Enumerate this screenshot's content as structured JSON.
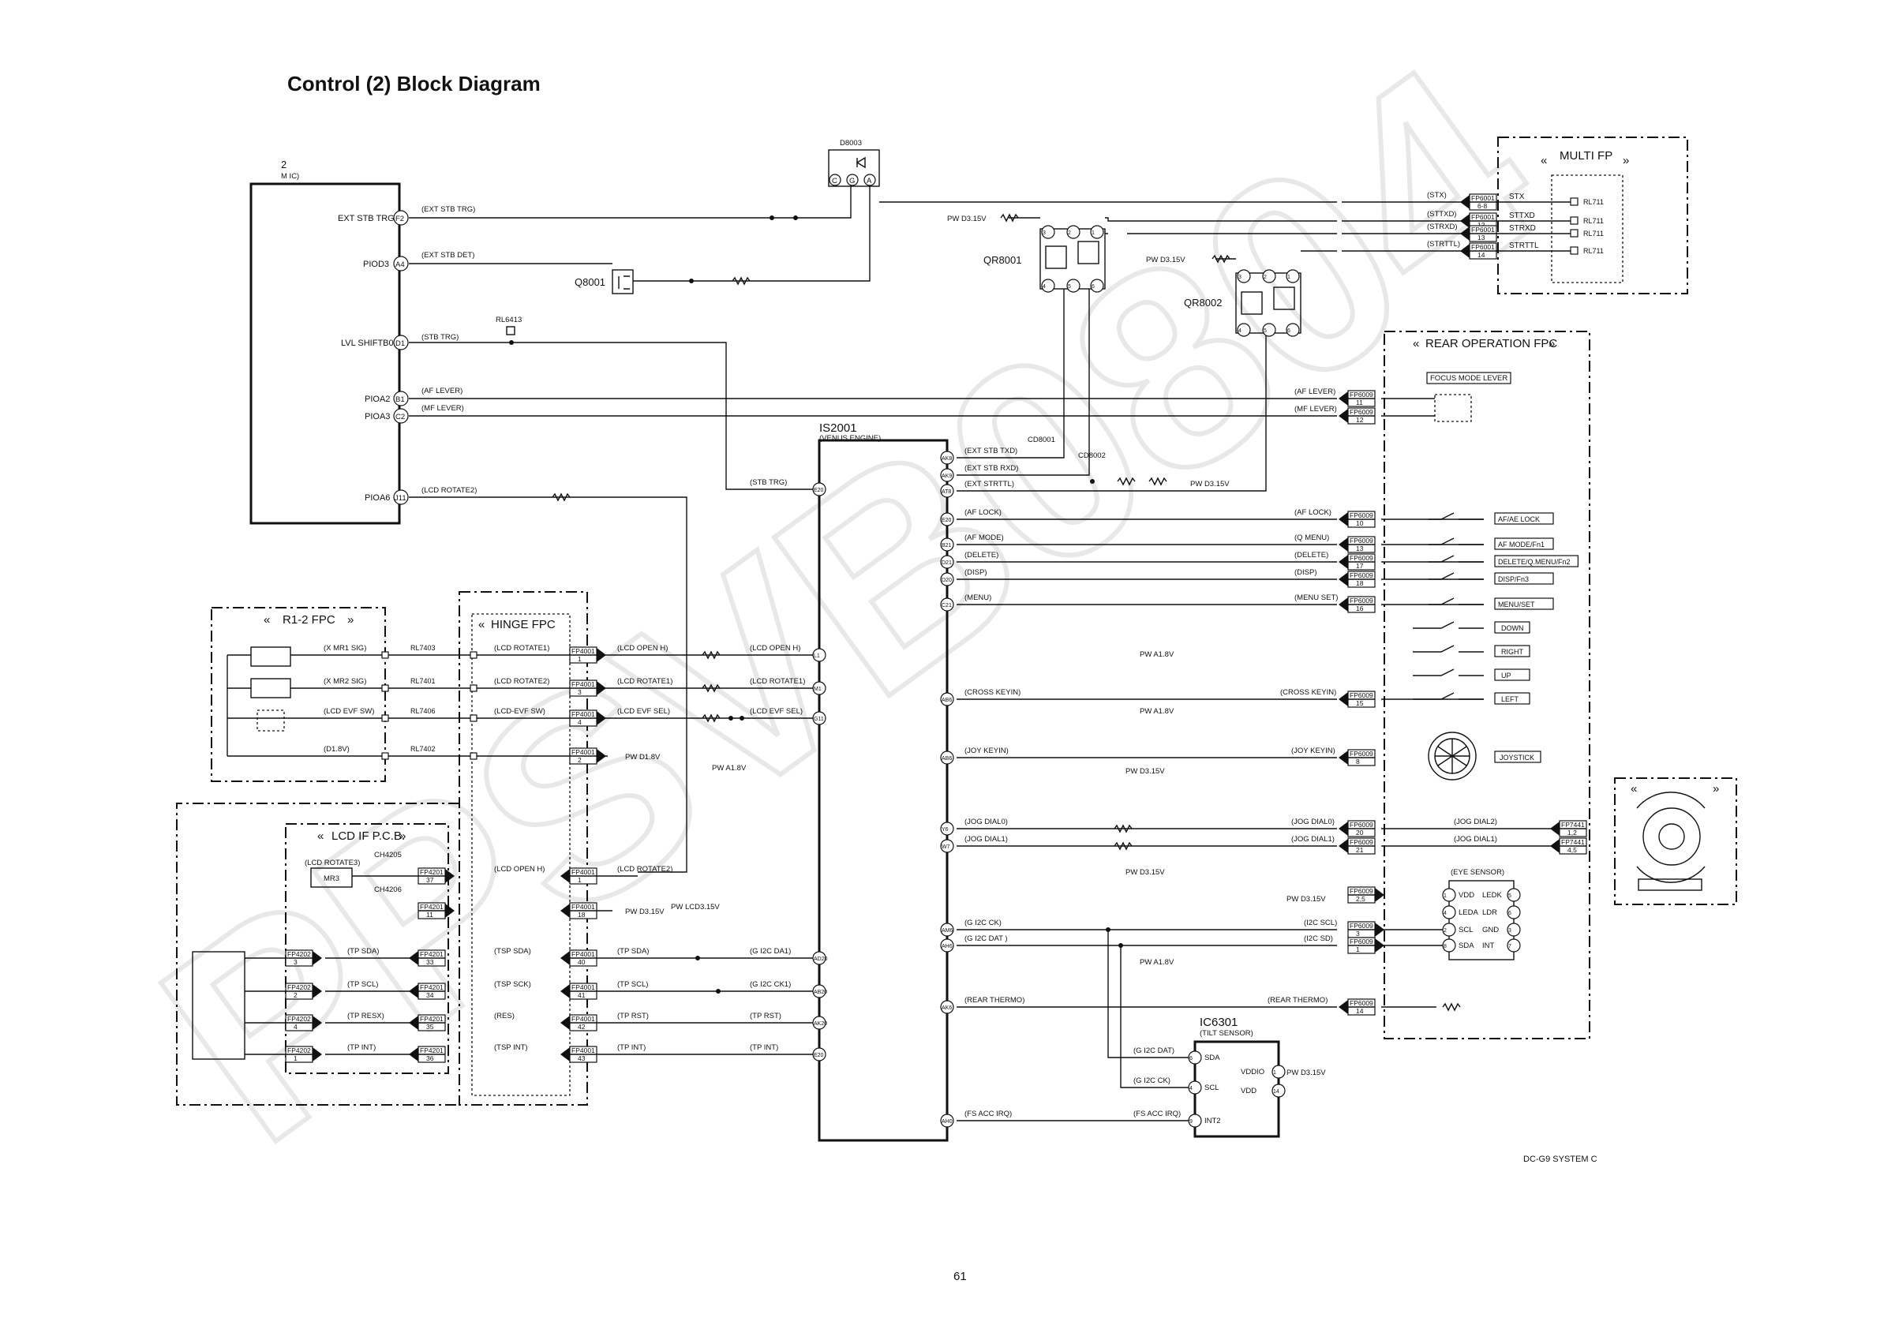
{
  "title": "Control (2) Block Diagram",
  "page_number": "61",
  "footer_code": "DC-G9  SYSTEM C",
  "watermark": "PPSVB0804",
  "mic": {
    "number": "2",
    "name": "M IC)",
    "pins": [
      {
        "pin": "F2",
        "name": "EXT STB TRG",
        "signal": "(EXT STB TRG)"
      },
      {
        "pin": "A4",
        "name": "PIOD3",
        "signal": "(EXT STB DET)"
      },
      {
        "pin": "D1",
        "name": "LVL SHIFTB0",
        "signal": "(STB TRG)"
      },
      {
        "pin": "B1",
        "name": "PIOA2",
        "signal": "(AF LEVER)"
      },
      {
        "pin": "C2",
        "name": "PIOA3",
        "signal": "(MF LEVER)"
      },
      {
        "pin": "J11",
        "name": "PIOA6",
        "signal": "(LCD ROTATE2)"
      }
    ]
  },
  "parts": {
    "d8003": "D8003",
    "d8003_pins": [
      "C",
      "G",
      "A"
    ],
    "q8001": "Q8001",
    "qr8001": "QR8001",
    "qr8002": "QR8002",
    "rl6413": "RL6413",
    "cd8001": "CD8001",
    "cd8002": "CD8002",
    "pw_d315": "PW D3.15V",
    "pw_a18": "PW A1.8V",
    "pw_d18": "PW D1.8V",
    "pw_lcd315": "PW LCD3.15V",
    "ch4205": "CH4205",
    "ch4206": "CH4206",
    "mr3": "MR3"
  },
  "qr_pins": [
    "3",
    "2",
    "1",
    "4",
    "5",
    "6"
  ],
  "is2001": {
    "name": "IS2001",
    "sub": "(VENUS ENGINE)",
    "left_pins": [
      {
        "pin": "E20",
        "signal": "(STB TRG)"
      },
      {
        "pin": "L1",
        "signal": "(LCD OPEN H)"
      },
      {
        "pin": "M1",
        "signal": "(LCD ROTATE1)"
      },
      {
        "pin": "G11",
        "signal": "(LCD EVF SEL)"
      },
      {
        "pin": "AD20",
        "signal": "(G I2C DA1)"
      },
      {
        "pin": "AB20",
        "signal": "(G I2C CK1)"
      },
      {
        "pin": "AK20",
        "signal": "(TP RST)"
      },
      {
        "pin": "E20",
        "signal": "(TP INT)"
      }
    ],
    "right_pins": [
      {
        "pin": "AK8",
        "signal": "(EXT STB TXD)"
      },
      {
        "pin": "AK9",
        "signal": "(EXT STB RXD)"
      },
      {
        "pin": "AT8",
        "signal": "(EXT STRTTL)"
      },
      {
        "pin": "E20",
        "signal": "(AF LOCK)"
      },
      {
        "pin": "B21",
        "signal": "(AF MODE)"
      },
      {
        "pin": "D21",
        "signal": "(DELETE)"
      },
      {
        "pin": "D20",
        "signal": "(DISP)"
      },
      {
        "pin": "C21",
        "signal": "(MENU)"
      },
      {
        "pin": "AB6",
        "signal": "(CROSS KEYIN)"
      },
      {
        "pin": "AB6",
        "signal": "(JOY KEYIN)"
      },
      {
        "pin": "Y6",
        "signal": "(JOG DIAL0)"
      },
      {
        "pin": "W7",
        "signal": "(JOG DIAL1)"
      },
      {
        "pin": "AM6",
        "signal": "(G I2C CK)"
      },
      {
        "pin": "AH6",
        "signal": "(G I2C DAT )"
      },
      {
        "pin": "AK6",
        "signal": "(REAR THERMO)"
      },
      {
        "pin": "AH0",
        "signal": "(FS ACC IRQ)"
      }
    ]
  },
  "multi_fp": {
    "title": "MULTI FP",
    "rows": [
      {
        "sig": "(STX)",
        "conn": "FP6001",
        "pin": "6-8",
        "name": "STX",
        "rl": "RL711"
      },
      {
        "sig": "(STTXD)",
        "conn": "FP6001",
        "pin": "12",
        "name": "STTXD",
        "rl": "RL711"
      },
      {
        "sig": "(STRXD)",
        "conn": "FP6001",
        "pin": "13",
        "name": "STRXD",
        "rl": "RL711"
      },
      {
        "sig": "(STRTTL)",
        "conn": "FP6001",
        "pin": "14",
        "name": "STRTTL",
        "rl": "RL711"
      }
    ]
  },
  "rear_fpc": {
    "title": "REAR OPERATION FPC",
    "focus_lever": "FOCUS MODE LEVER",
    "lever_rows": [
      {
        "sig": "(AF LEVER)",
        "conn": "FP6009",
        "pin": "11"
      },
      {
        "sig": "(MF LEVER)",
        "conn": "FP6009",
        "pin": "12"
      }
    ],
    "button_rows": [
      {
        "sig": "(AF LOCK)",
        "conn": "FP6009",
        "pin": "10",
        "label": "AF/AE LOCK"
      },
      {
        "sig": "(Q MENU)",
        "conn": "FP6009",
        "pin": "13",
        "label": "AF MODE/Fn1"
      },
      {
        "sig": "(DELETE)",
        "conn": "FP6009",
        "pin": "17",
        "label": "DELETE/Q.MENU/Fn2"
      },
      {
        "sig": "(DISP)",
        "conn": "FP6009",
        "pin": "18",
        "label": "DISP/Fn3"
      },
      {
        "sig": "(MENU SET)",
        "conn": "FP6009",
        "pin": "16",
        "label": "MENU/SET"
      }
    ],
    "cross_labels": [
      "DOWN",
      "RIGHT",
      "UP",
      "LEFT"
    ],
    "cross_row": {
      "sig": "(CROSS KEYIN)",
      "conn": "FP6009",
      "pin": "15"
    },
    "joy_row": {
      "sig": "(JOY KEYIN)",
      "conn": "FP6009",
      "pin": "8",
      "label": "JOYSTICK"
    },
    "jog_rows": [
      {
        "sig": "(JOG DIAL0)",
        "conn": "FP6009",
        "pin": "20",
        "sig2": "(JOG DIAL2)",
        "conn2": "FP7441",
        "pin2": "1,2"
      },
      {
        "sig": "(JOG DIAL1)",
        "conn": "FP6009",
        "pin": "21",
        "sig2": "(JOG DIAL1)",
        "conn2": "FP7441",
        "pin2": "4,5"
      }
    ],
    "eye": {
      "title": "(EYE SENSOR)",
      "pw_conn": "FP6009",
      "pw_pin": "2,5",
      "pins_left": [
        {
          "n": "1",
          "name": "VDD"
        },
        {
          "n": "4",
          "name": "LEDA"
        },
        {
          "n": "2",
          "name": "SCL"
        },
        {
          "n": "8",
          "name": "SDA"
        }
      ],
      "pins_right": [
        {
          "n": "5",
          "name": "LEDK"
        },
        {
          "n": "6",
          "name": "LDR"
        },
        {
          "n": "3",
          "name": "GND"
        },
        {
          "n": "7",
          "name": "INT"
        }
      ]
    },
    "i2c_rows": [
      {
        "sig": "(I2C SCL)",
        "conn": "FP6009",
        "pin": "3"
      },
      {
        "sig": "(I2C SD)",
        "conn": "FP6009",
        "pin": "1"
      }
    ],
    "thermo": {
      "sig": "(REAR THERMO)",
      "conn": "FP6009",
      "pin": "14"
    }
  },
  "ic6301": {
    "name": "IC6301",
    "sub": "(TILT SENSOR)",
    "left": [
      {
        "n": "6",
        "name": "SDA",
        "sig": "(G I2C DAT)"
      },
      {
        "n": "4",
        "name": "SCL",
        "sig": "(G I2C CK)"
      },
      {
        "n": "9",
        "name": "INT2",
        "sig": "(FS ACC IRQ)"
      }
    ],
    "right": [
      {
        "n": "1",
        "name": "VDDIO"
      },
      {
        "n": "14",
        "name": "VDD"
      }
    ]
  },
  "r12_fpc": {
    "title": "R1-2 FPC",
    "rows": [
      {
        "sig": "(X MR1 SIG)",
        "rl": "RL7403"
      },
      {
        "sig": "(X MR2 SIG)",
        "rl": "RL7401"
      },
      {
        "sig": "(LCD EVF SW)",
        "rl": "RL7406"
      },
      {
        "sig": "(D1.8V)",
        "rl": "RL7402"
      }
    ]
  },
  "hinge_fpc": {
    "title": "HINGE FPC",
    "rows": [
      {
        "sig": "(LCD ROTATE1)",
        "conn": "FP4001",
        "pin": "1",
        "out": "(LCD OPEN H)"
      },
      {
        "sig": "(LCD ROTATE2)",
        "conn": "FP4001",
        "pin": "3",
        "out": "(LCD ROTATE1)"
      },
      {
        "sig": "(LCD-EVF SW)",
        "conn": "FP4001",
        "pin": "4",
        "out": "(LCD EVF SEL)"
      },
      {
        "sig": "",
        "conn": "FP4001",
        "pin": "2",
        "out": ""
      }
    ],
    "lower": [
      {
        "sig": "(LCD OPEN H)",
        "conn": "FP4001",
        "pin": "1",
        "out": "(LCD ROTATE2)"
      },
      {
        "sig": "",
        "conn": "FP4001",
        "pin": "18",
        "out": ""
      },
      {
        "sig": "(TSP SDA)",
        "conn": "FP4001",
        "pin": "40",
        "out": "(TP SDA)"
      },
      {
        "sig": "(TSP SCK)",
        "conn": "FP4001",
        "pin": "41",
        "out": "(TP SCL)"
      },
      {
        "sig": "(RES)",
        "conn": "FP4001",
        "pin": "42",
        "out": "(TP RST)"
      },
      {
        "sig": "(TSP INT)",
        "conn": "FP4001",
        "pin": "43",
        "out": "(TP INT)"
      }
    ]
  },
  "lcd_if": {
    "title": "LCD IF P.C.B.",
    "mr3_sig": "(LCD ROTATE3)",
    "fp4201": [
      {
        "conn": "FP4201",
        "pin": "37"
      },
      {
        "conn": "FP4201",
        "pin": "11"
      }
    ],
    "tp_rows": [
      {
        "conn": "FP4202",
        "pin": "3",
        "sig": "(TP SDA)",
        "conn2": "FP4201",
        "pin2": "33"
      },
      {
        "conn": "FP4202",
        "pin": "2",
        "sig": "(TP SCL)",
        "conn2": "FP4201",
        "pin2": "34"
      },
      {
        "conn": "FP4202",
        "pin": "4",
        "sig": "(TP RESX)",
        "conn2": "FP4201",
        "pin2": "35"
      },
      {
        "conn": "FP4202",
        "pin": "1",
        "sig": "(TP INT)",
        "conn2": "FP4201",
        "pin2": "36"
      }
    ]
  }
}
